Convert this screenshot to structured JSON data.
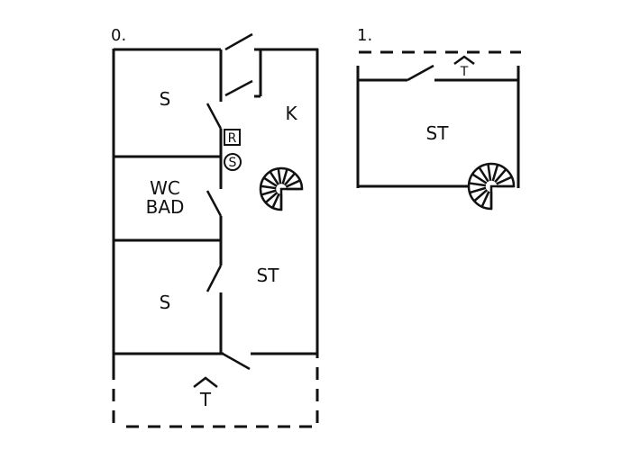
{
  "diagram": {
    "type": "floor-plan",
    "floors": [
      {
        "label": "0.",
        "rooms": [
          {
            "label": "S"
          },
          {
            "label": "K"
          },
          {
            "label": "WC"
          },
          {
            "label": "BAD"
          },
          {
            "label": "ST"
          },
          {
            "label": "S"
          }
        ],
        "symbols": [
          {
            "label": "R",
            "shape": "square"
          },
          {
            "label": "S",
            "shape": "circle"
          }
        ],
        "entrance_label": "T",
        "stair": "spiral-staircase"
      },
      {
        "label": "1.",
        "rooms": [
          {
            "label": "ST"
          }
        ],
        "entrance_label": "T",
        "stair": "spiral-staircase"
      }
    ],
    "colors": {
      "line": "#111111",
      "background": "#ffffff"
    }
  }
}
